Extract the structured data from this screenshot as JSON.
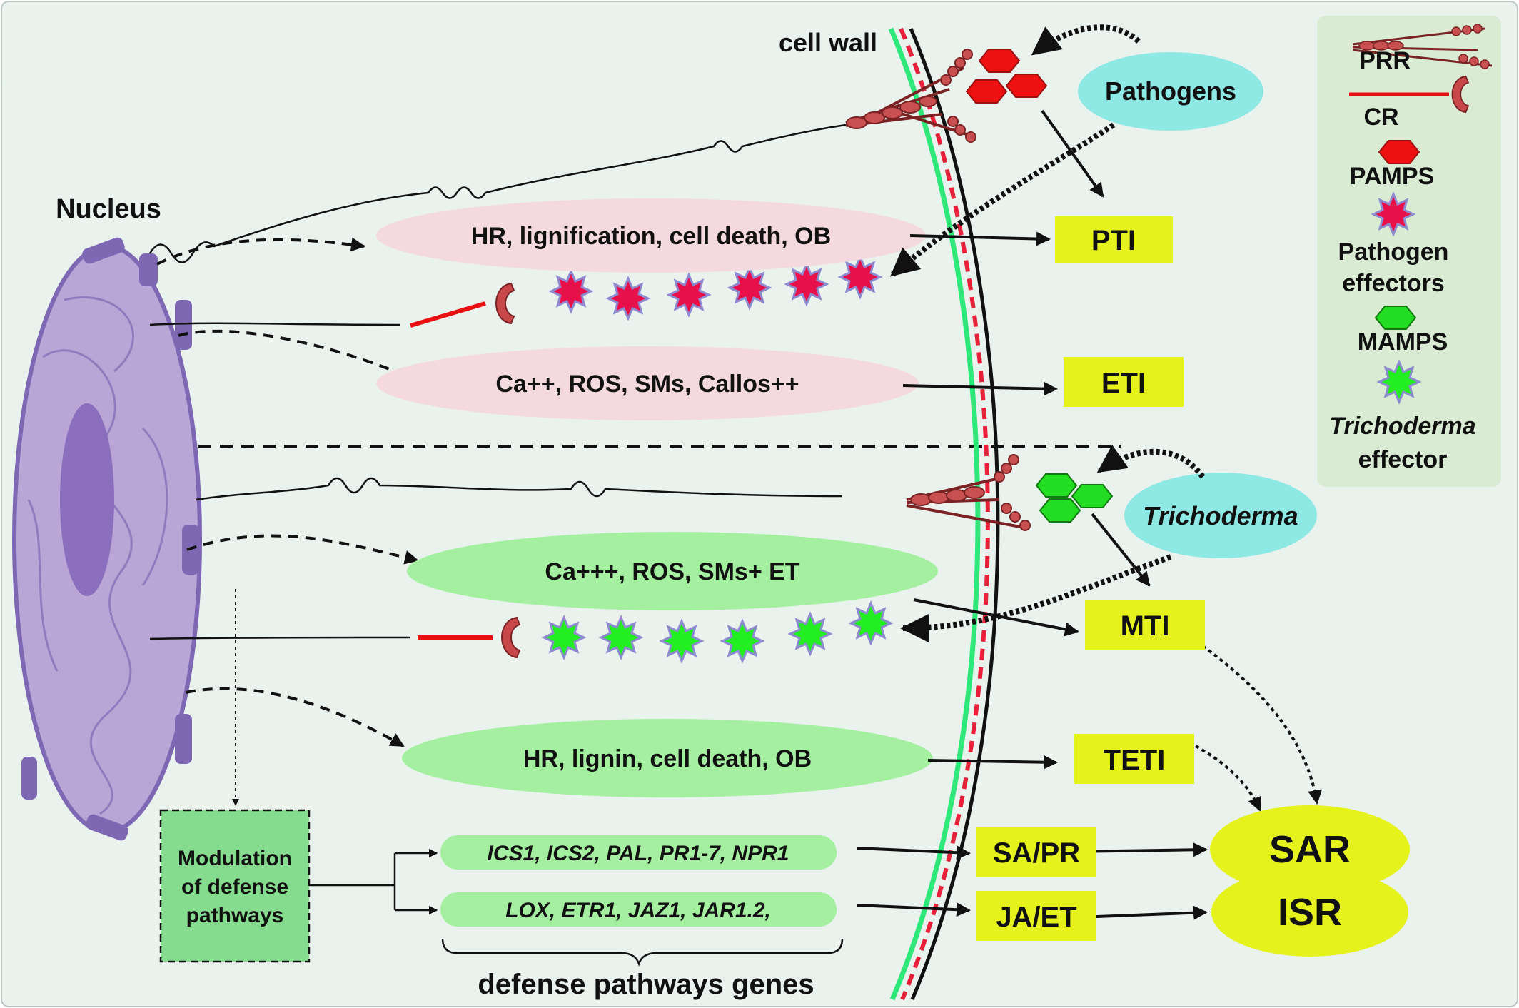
{
  "labels": {
    "nucleus": "Nucleus",
    "cell_wall": "cell wall",
    "pathogens": "Pathogens",
    "trichoderma": "Trichoderma",
    "pti": "PTI",
    "eti": "ETI",
    "mti": "MTI",
    "teti": "TETI",
    "sa_pr": "SA/PR",
    "ja_et": "JA/ET",
    "sar": "SAR",
    "isr": "ISR",
    "modulation": [
      "Modulation",
      "of defense",
      "pathways"
    ],
    "defense_genes": "defense pathways genes"
  },
  "responses": {
    "hr_lignification": "HR, lignification, cell death, OB",
    "ca_ros_callos": "Ca++, ROS, SMs, Callos++",
    "ca_ros_et": "Ca+++, ROS, SMs+ ET",
    "hr_lignin": "HR, lignin, cell death, OB"
  },
  "genes": {
    "sa_genes": "ICS1,  ICS2, PAL, PR1-7, NPR1",
    "ja_genes": "LOX, ETR1, JAZ1, JAR1.2,"
  },
  "legend": {
    "prr": "PRR",
    "cr": "CR",
    "pamps": "PAMPS",
    "pathogen_effectors": [
      "Pathogen",
      "effectors"
    ],
    "mamps": "MAMPS",
    "trichoderma_effector": [
      "Trichoderma",
      "effector"
    ]
  },
  "colors": {
    "background": "#eaf2ee",
    "pink_ellipse": "#f4d9df",
    "green_ellipse": "#a4f0a0",
    "yellow_box": "#e6f21c",
    "cyan_ellipse": "#8ee8e4",
    "nucleus": "#b9a6d6",
    "red_effector": "#e8104a",
    "green_effector": "#22ee22",
    "legend_bg": "#d9ecd3"
  }
}
